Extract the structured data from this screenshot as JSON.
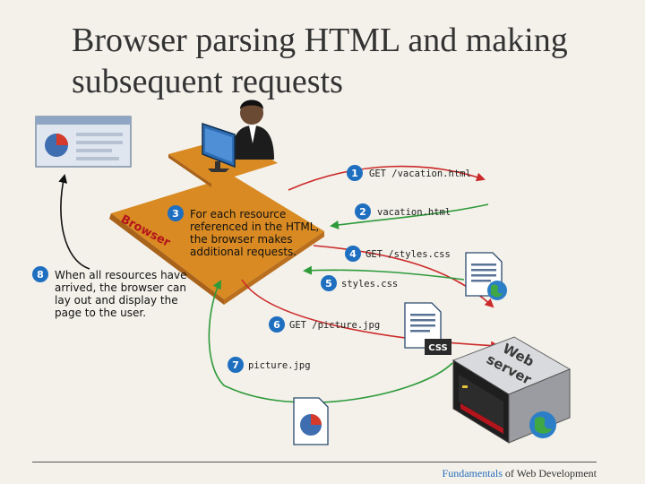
{
  "title": "Browser parsing HTML and making subsequent requests",
  "browser_label": "Browser",
  "server_label_line1": "Web",
  "server_label_line2": "server",
  "css_badge": "CSS",
  "steps": [
    {
      "num": "1",
      "label": "GET /vacation.html"
    },
    {
      "num": "2",
      "label": "vacation.html"
    },
    {
      "num": "3",
      "lines": [
        "For each resource",
        "referenced in the HTML,",
        "the browser makes",
        "additional requests."
      ]
    },
    {
      "num": "4",
      "label": "GET /styles.css"
    },
    {
      "num": "5",
      "label": "styles.css"
    },
    {
      "num": "6",
      "label": "GET /picture.jpg"
    },
    {
      "num": "7",
      "label": "picture.jpg"
    },
    {
      "num": "8",
      "lines": [
        "When all resources have",
        "arrived, the browser can",
        "lay out and display the",
        "page to the user."
      ]
    }
  ],
  "colors": {
    "step_circle": "#1f6fc0",
    "red_arrow": "#cc2a2a",
    "green_arrow": "#2e9a3a",
    "desk": "#d98a22",
    "desk_dark": "#a9621a"
  },
  "footer": {
    "accent": "Fundamentals",
    "rest": " of Web Development"
  }
}
